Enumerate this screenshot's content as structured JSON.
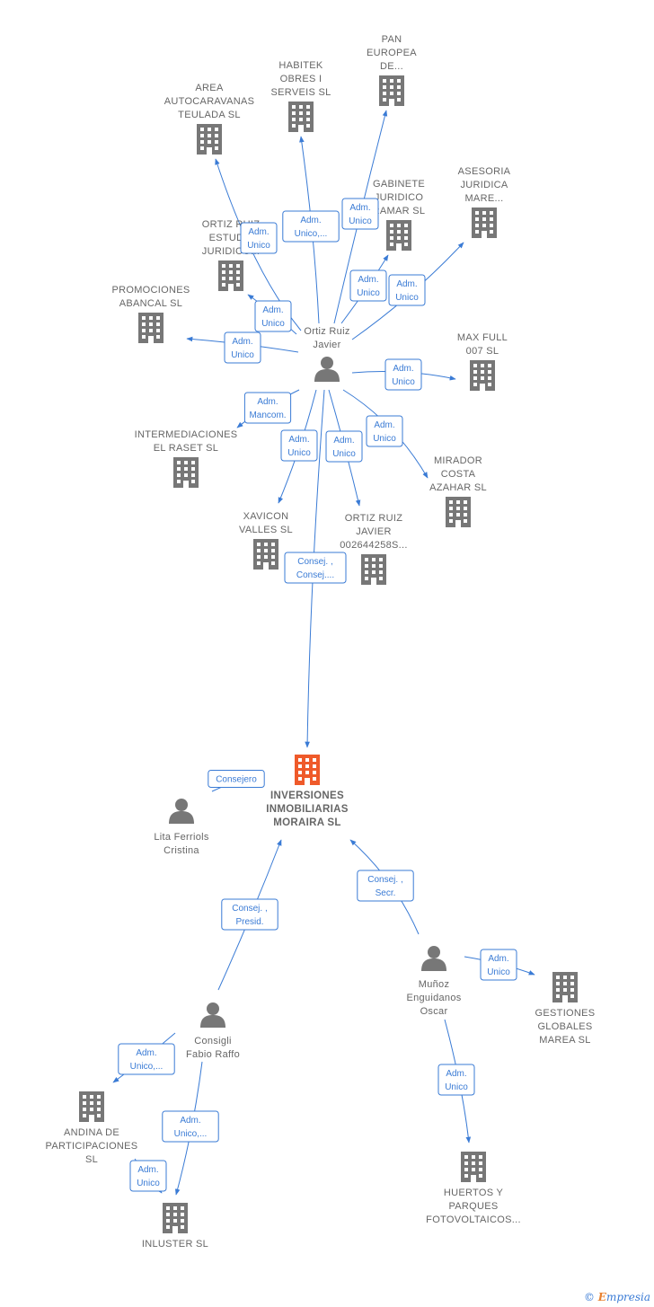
{
  "colors": {
    "edge": "#3a7bd5",
    "company": "#777777",
    "main_company": "#ef5a2a",
    "person": "#777777",
    "text": "#666666"
  },
  "footer": {
    "copyright": "©",
    "brand_initial": "E",
    "brand_rest": "mpresia"
  },
  "nodes": [
    {
      "id": "area",
      "type": "company",
      "lines": [
        "AREA",
        "AUTOCARAVANAS",
        "TEULADA  SL"
      ]
    },
    {
      "id": "habitek",
      "type": "company",
      "lines": [
        "HABITEK",
        "OBRES I",
        "SERVEIS  SL"
      ]
    },
    {
      "id": "pan",
      "type": "company",
      "lines": [
        "PAN",
        "EUROPEA",
        "DE..."
      ]
    },
    {
      "id": "gabinete",
      "type": "company",
      "lines": [
        "GABINETE",
        "JURIDICO",
        "RAMAR SL"
      ]
    },
    {
      "id": "asesoria",
      "type": "company",
      "lines": [
        "ASESORIA",
        "JURIDICA",
        "MARE..."
      ]
    },
    {
      "id": "ortizest",
      "type": "company",
      "lines": [
        "ORTIZ RUIZ",
        "ESTUD...",
        "JURIDICO..."
      ]
    },
    {
      "id": "promociones",
      "type": "company",
      "lines": [
        "PROMOCIONES",
        "ABANCAL  SL"
      ]
    },
    {
      "id": "maxfull",
      "type": "company",
      "lines": [
        "MAX FULL",
        "007 SL"
      ]
    },
    {
      "id": "intermed",
      "type": "company",
      "lines": [
        "INTERMEDIACIONES",
        "EL RASET  SL"
      ]
    },
    {
      "id": "mirador",
      "type": "company",
      "lines": [
        "MIRADOR",
        "COSTA",
        "AZAHAR SL"
      ]
    },
    {
      "id": "xavicon",
      "type": "company",
      "lines": [
        "XAVICON",
        "VALLES  SL"
      ]
    },
    {
      "id": "ortizjav",
      "type": "company",
      "lines": [
        "ORTIZ RUIZ",
        "JAVIER",
        "002644258S..."
      ]
    },
    {
      "id": "main",
      "type": "main",
      "lines": [
        "INVERSIONES",
        "INMOBILIARIAS",
        "MORAIRA  SL"
      ]
    },
    {
      "id": "ortizp",
      "type": "person",
      "lines": [
        "Ortiz Ruiz",
        "Javier"
      ]
    },
    {
      "id": "lita",
      "type": "person",
      "lines": [
        "Lita Ferriols",
        "Cristina"
      ]
    },
    {
      "id": "consigli",
      "type": "person",
      "lines": [
        "Consigli",
        "Fabio Raffo"
      ]
    },
    {
      "id": "munoz",
      "type": "person",
      "lines": [
        "Muñoz",
        "Enguidanos",
        "Oscar"
      ]
    },
    {
      "id": "gestiones",
      "type": "company",
      "lines": [
        "GESTIONES",
        "GLOBALES",
        "MAREA SL"
      ]
    },
    {
      "id": "andina",
      "type": "company",
      "lines": [
        "ANDINA DE",
        "PARTICIPACIONES",
        "SL"
      ]
    },
    {
      "id": "huertos",
      "type": "company",
      "lines": [
        "HUERTOS Y",
        "PARQUES",
        "FOTOVOLTAICOS..."
      ]
    },
    {
      "id": "inluster",
      "type": "company",
      "lines": [
        "INLUSTER  SL"
      ]
    }
  ],
  "edges": [
    {
      "id": "e-area",
      "lines": [
        "Adm.",
        "Unico"
      ]
    },
    {
      "id": "e-habitek",
      "lines": [
        "Adm.",
        "Unico,..."
      ]
    },
    {
      "id": "e-pan",
      "lines": [
        "Adm.",
        "Unico"
      ]
    },
    {
      "id": "e-gabinete",
      "lines": [
        "Adm.",
        "Unico"
      ]
    },
    {
      "id": "e-asesoria",
      "lines": [
        "Adm.",
        "Unico"
      ]
    },
    {
      "id": "e-ortizest",
      "lines": [
        "Adm.",
        "Unico"
      ]
    },
    {
      "id": "e-promociones",
      "lines": [
        "Adm.",
        "Unico"
      ]
    },
    {
      "id": "e-maxfull",
      "lines": [
        "Adm.",
        "Unico"
      ]
    },
    {
      "id": "e-intermed",
      "lines": [
        "Adm.",
        "Mancom."
      ]
    },
    {
      "id": "e-xavicon",
      "lines": [
        "Adm.",
        "Unico"
      ]
    },
    {
      "id": "e-ortizjav",
      "lines": [
        "Adm.",
        "Unico"
      ]
    },
    {
      "id": "e-mirador",
      "lines": [
        "Adm.",
        "Unico"
      ]
    },
    {
      "id": "e-main-ortiz",
      "lines": [
        "Consej. ,",
        "Consej...."
      ]
    },
    {
      "id": "e-lita",
      "lines": [
        "Consejero"
      ]
    },
    {
      "id": "e-consigli",
      "lines": [
        "Consej. ,",
        "Presid."
      ]
    },
    {
      "id": "e-munoz",
      "lines": [
        "Consej. ,",
        "Secr."
      ]
    },
    {
      "id": "e-gestiones",
      "lines": [
        "Adm.",
        "Unico"
      ]
    },
    {
      "id": "e-huertos",
      "lines": [
        "Adm.",
        "Unico"
      ]
    },
    {
      "id": "e-andina",
      "lines": [
        "Adm.",
        "Unico,..."
      ]
    },
    {
      "id": "e-inluster1",
      "lines": [
        "Adm.",
        "Unico,..."
      ]
    },
    {
      "id": "e-inluster2",
      "lines": [
        "Adm.",
        "Unico"
      ]
    }
  ]
}
